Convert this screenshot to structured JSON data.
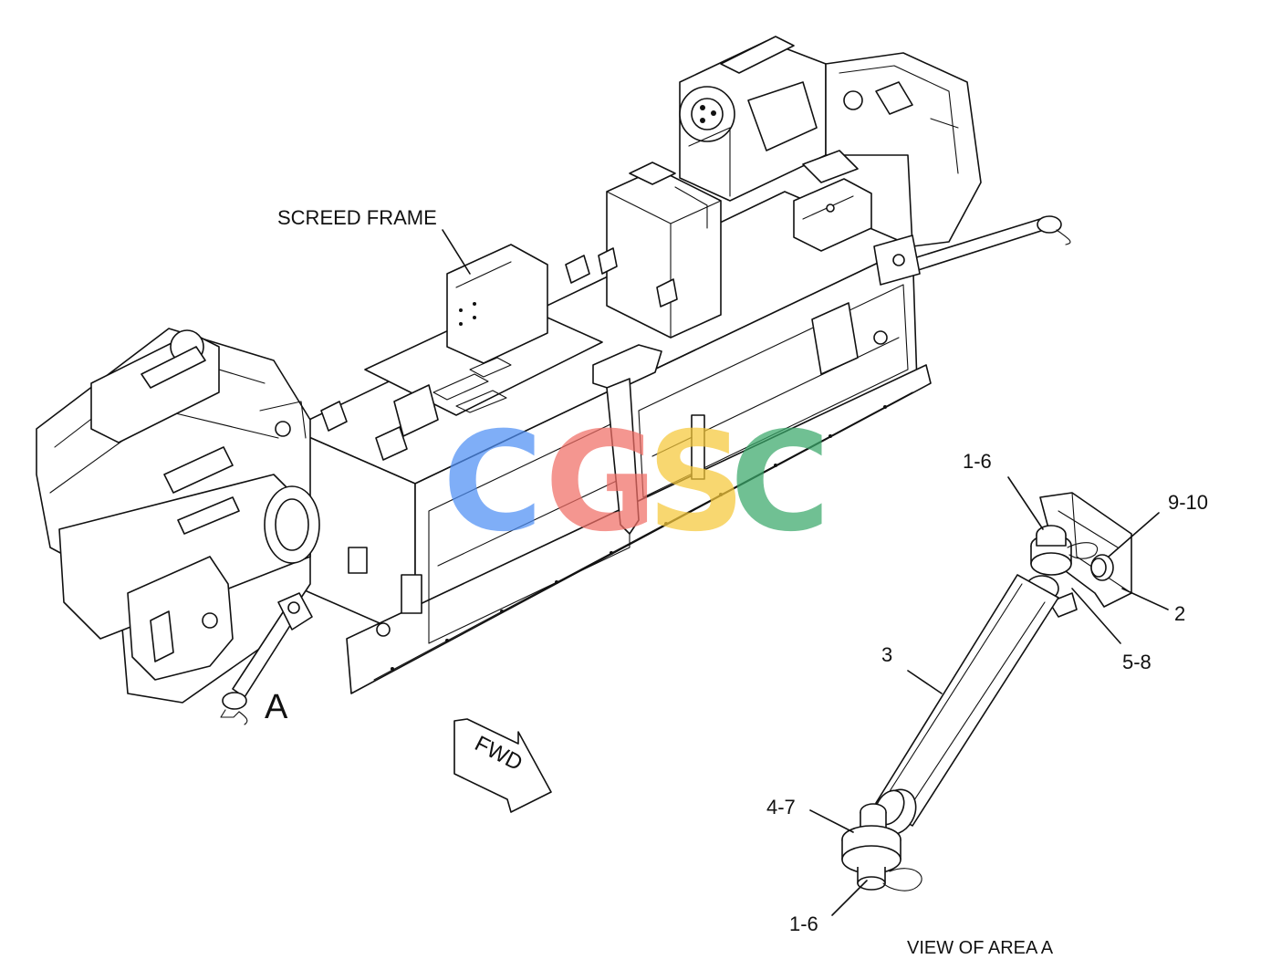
{
  "labels": {
    "screed_frame": "SCREED FRAME",
    "area_marker": "A",
    "fwd": "FWD",
    "view_title": "VIEW OF AREA A",
    "callout_top": "1-6",
    "callout_washer": "9-10",
    "callout_bracket": "2",
    "callout_pin_side": "5-8",
    "callout_rod": "3",
    "callout_lower_pin": "4-7",
    "callout_bottom": "1-6"
  },
  "watermark": {
    "letters": [
      "C",
      "G",
      "S",
      "C"
    ],
    "colors": [
      "#4f8ff5",
      "#f16e66",
      "#f6c83a",
      "#3aa86a"
    ]
  },
  "colors": {
    "line": "#111111",
    "background": "#ffffff"
  }
}
